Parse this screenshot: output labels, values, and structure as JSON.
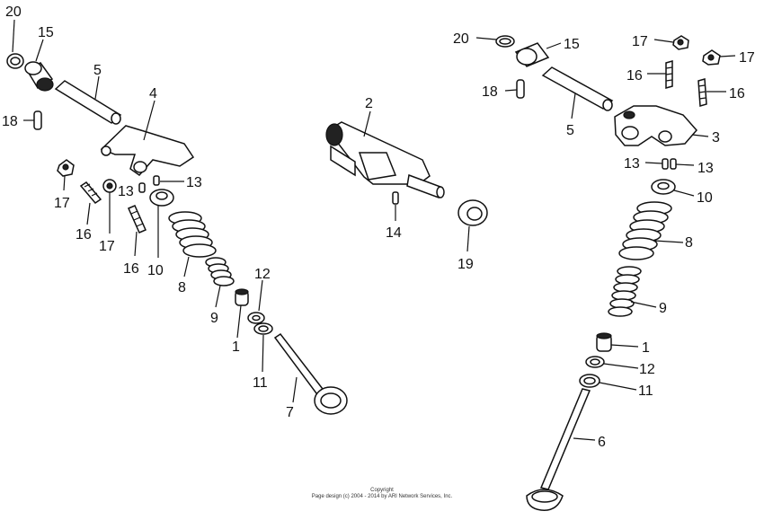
{
  "callouts": {
    "l20": "20",
    "l15": "15",
    "l5": "5",
    "l4": "4",
    "l18": "18",
    "l17a": "17",
    "l13a": "13",
    "l13b": "13",
    "l16a": "16",
    "l17b": "17",
    "l16b": "16",
    "l10": "10",
    "l8": "8",
    "l12": "12",
    "l9": "9",
    "l1": "1",
    "l11": "11",
    "l7": "7",
    "c2": "2",
    "c14": "14",
    "c19": "19",
    "r20": "20",
    "r15": "15",
    "r17a": "17",
    "r17b": "17",
    "r18": "18",
    "r16a": "16",
    "r16b": "16",
    "r5": "5",
    "r3": "3",
    "r13a": "13",
    "r13b": "13",
    "r10": "10",
    "r8": "8",
    "r9": "9",
    "r1": "1",
    "r12": "12",
    "r11": "11",
    "r6": "6"
  },
  "copyright": {
    "line1": "Copyright",
    "line2": "Page design (c) 2004 - 2014 by ARI Network Services, Inc."
  }
}
